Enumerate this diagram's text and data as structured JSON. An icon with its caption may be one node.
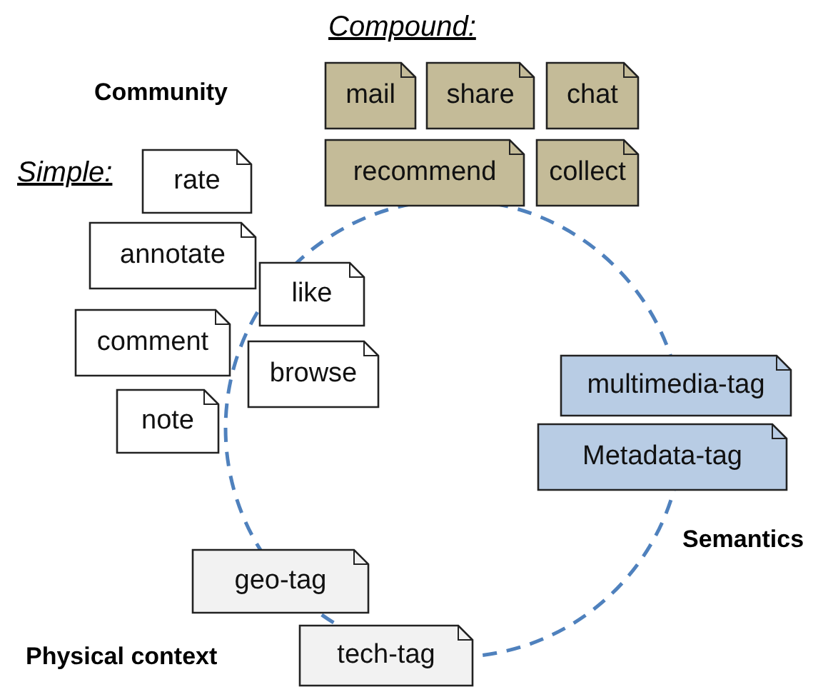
{
  "diagram": {
    "nodes": [
      {
        "text": [
          "mail"
        ]
      },
      {
        "text": [
          "share"
        ]
      },
      {
        "text": [
          "chat"
        ]
      },
      {
        "text": [
          "recommend"
        ]
      },
      {
        "text": [
          "collect"
        ]
      },
      {
        "text": [
          "rate"
        ]
      },
      {
        "text": [
          "annotate"
        ]
      },
      {
        "text": [
          "like"
        ]
      },
      {
        "text": [
          "comment"
        ]
      },
      {
        "text": [
          "browse"
        ]
      },
      {
        "text": [
          "note"
        ]
      },
      {
        "text": [
          "multimedia-tag"
        ]
      },
      {
        "text": [
          "Metadata-tag"
        ]
      },
      {
        "text": [
          "geo-tag"
        ]
      },
      {
        "text": [
          "tech-tag"
        ]
      }
    ],
    "labels": [
      "Compound:",
      "Community",
      "Simple:",
      "Semantics",
      "Physical context"
    ]
  }
}
